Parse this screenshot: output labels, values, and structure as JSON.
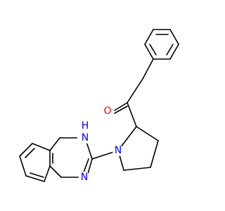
{
  "molecule": {
    "bond_color": "#000000",
    "atoms": {
      "nh": {
        "text": "H",
        "prefix": "N",
        "color": "#0000ff"
      },
      "n_imine": {
        "text": "N",
        "color": "#0000ff"
      },
      "n_ring": {
        "text": "N",
        "color": "#0000ff"
      },
      "o": {
        "text": "O",
        "color": "#ff0000"
      }
    }
  }
}
